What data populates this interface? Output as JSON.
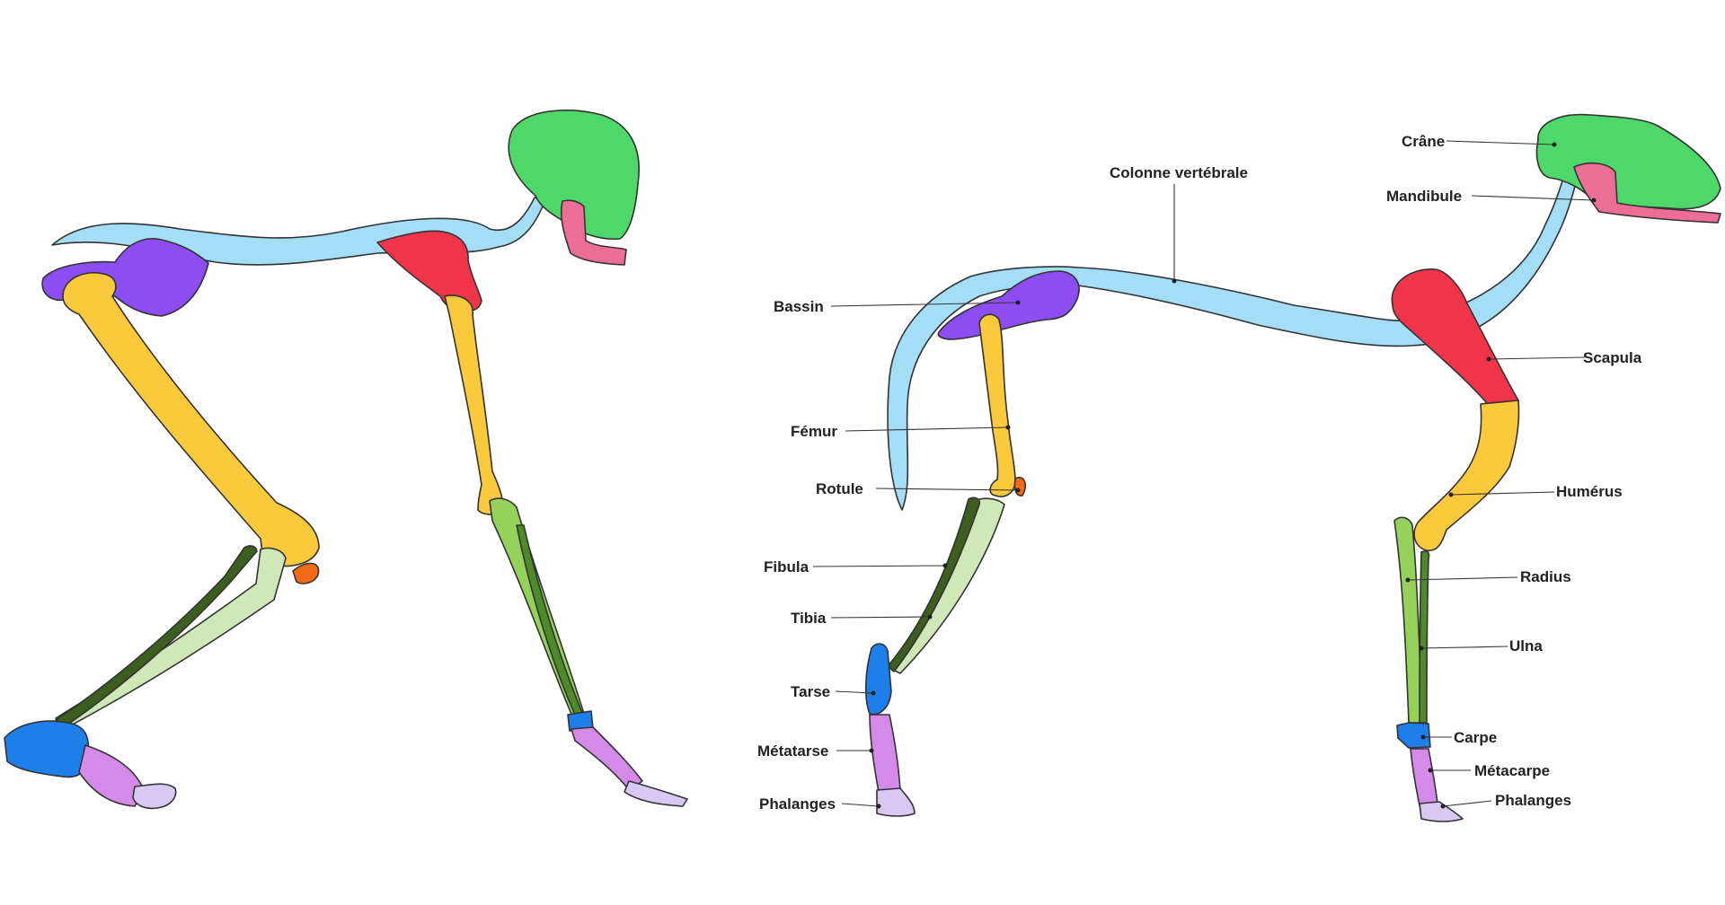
{
  "colors": {
    "skull": "#4FD86A",
    "mandible": "#EC6E97",
    "spine": "#A3DDF6",
    "pelvis": "#8C4EF2",
    "scapula": "#F0344A",
    "long_bone": "#FBC93C",
    "patella": "#F26A16",
    "fibula": "#3C5E1E",
    "tibia": "#CFE8B8",
    "radius": "#95D25A",
    "ulna": "#4E8A2A",
    "tarsus_carpus": "#1E7EEA",
    "metatarsus": "#D58AEA",
    "phalanges": "#D9C8F2"
  },
  "labels": {
    "crane": "Crâne",
    "colonne": "Colonne vertébrale",
    "mandibule": "Mandibule",
    "bassin": "Bassin",
    "scapula": "Scapula",
    "femur": "Fémur",
    "rotule": "Rotule",
    "humerus": "Humérus",
    "fibula": "Fibula",
    "radius": "Radius",
    "tibia": "Tibia",
    "ulna": "Ulna",
    "tarse": "Tarse",
    "carpe": "Carpe",
    "metatarse": "Métatarse",
    "metacarpe": "Métacarpe",
    "phalanges_hind": "Phalanges",
    "phalanges_fore": "Phalanges"
  }
}
